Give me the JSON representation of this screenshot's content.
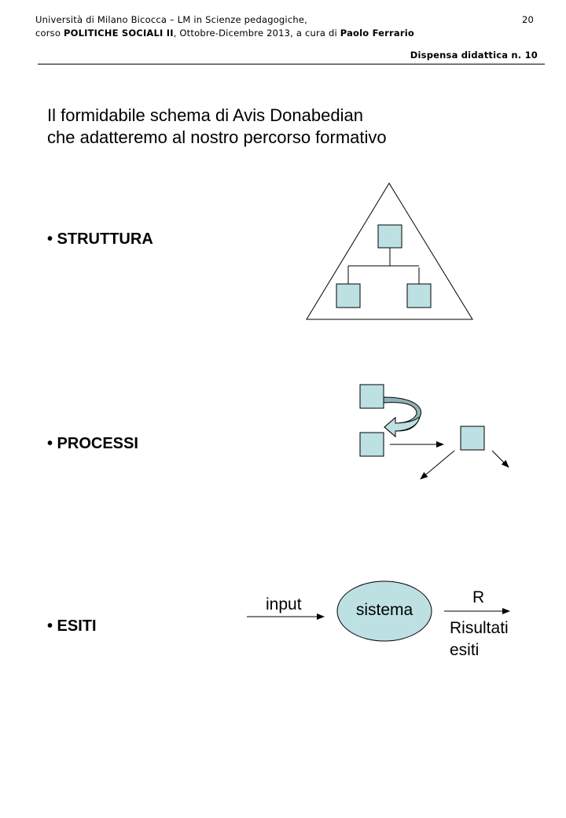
{
  "header": {
    "line1": "Università di Milano Bicocca – LM in Scienze pedagogiche,",
    "line2_pre": "corso ",
    "line2_course": "POLITICHE SOCIALI II",
    "line2_mid": ", Ottobre-Dicembre 2013,  a cura di ",
    "line2_author": "Paolo Ferrario",
    "page_number": "20",
    "dispensa": "Dispensa didattica n. 10"
  },
  "title": {
    "line1": "Il formidabile schema di Avis Donabedian",
    "line2": "che adatteremo al nostro percorso formativo"
  },
  "bullets": [
    "• STRUTTURA",
    "• PROCESSI",
    "• ESITI"
  ],
  "diagram_esiti": {
    "input": "input",
    "sistema": "sistema",
    "r": "R",
    "risultati": "Risultati",
    "esiti": "esiti"
  },
  "colors": {
    "box_fill": "#bde0e2",
    "ellipse_fill": "#bde0e2"
  }
}
